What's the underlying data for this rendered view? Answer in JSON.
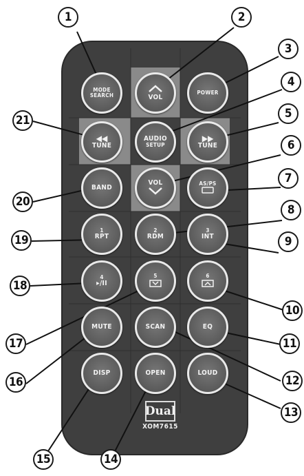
{
  "remote": {
    "brand": "Dual",
    "model": "XOM7615"
  },
  "buttons": {
    "mode_search": {
      "line1": "MODE",
      "line2": "SEARCH"
    },
    "vol_up": {
      "label": "VOL",
      "icon": "chevron-up-icon"
    },
    "power": {
      "label": "POWER"
    },
    "tune_back": {
      "label": "TUNE",
      "icon": "rewind-icon"
    },
    "audio_setup": {
      "line1": "AUDIO",
      "line2": "SETUP"
    },
    "tune_forward": {
      "label": "TUNE",
      "icon": "fast-forward-icon"
    },
    "band": {
      "label": "BAND"
    },
    "vol_down": {
      "label": "VOL",
      "icon": "chevron-down-icon"
    },
    "as_ps": {
      "label": "AS/PS",
      "icon": "folder-icon"
    },
    "preset1": {
      "number": "1",
      "label": "RPT"
    },
    "preset2": {
      "number": "2",
      "label": "RDM"
    },
    "preset3": {
      "number": "3",
      "label": "INT"
    },
    "preset4": {
      "number": "4",
      "label": "▸/II"
    },
    "preset5": {
      "number": "5",
      "icon": "folder-down-icon"
    },
    "preset6": {
      "number": "6",
      "icon": "folder-up-icon"
    },
    "mute": {
      "label": "MUTE"
    },
    "scan": {
      "label": "SCAN"
    },
    "eq": {
      "label": "EQ"
    },
    "disp": {
      "label": "DISP"
    },
    "open": {
      "label": "OPEN"
    },
    "loud": {
      "label": "LOUD"
    }
  },
  "callouts": [
    "1",
    "2",
    "3",
    "4",
    "5",
    "6",
    "7",
    "8",
    "9",
    "10",
    "11",
    "12",
    "13",
    "14",
    "15",
    "16",
    "17",
    "18",
    "19",
    "20",
    "21"
  ],
  "colors": {
    "body": "#3f3f3f",
    "highlight": "#8a8a8a",
    "button": "#5f5f5f",
    "ring": "#e9e9e9"
  }
}
